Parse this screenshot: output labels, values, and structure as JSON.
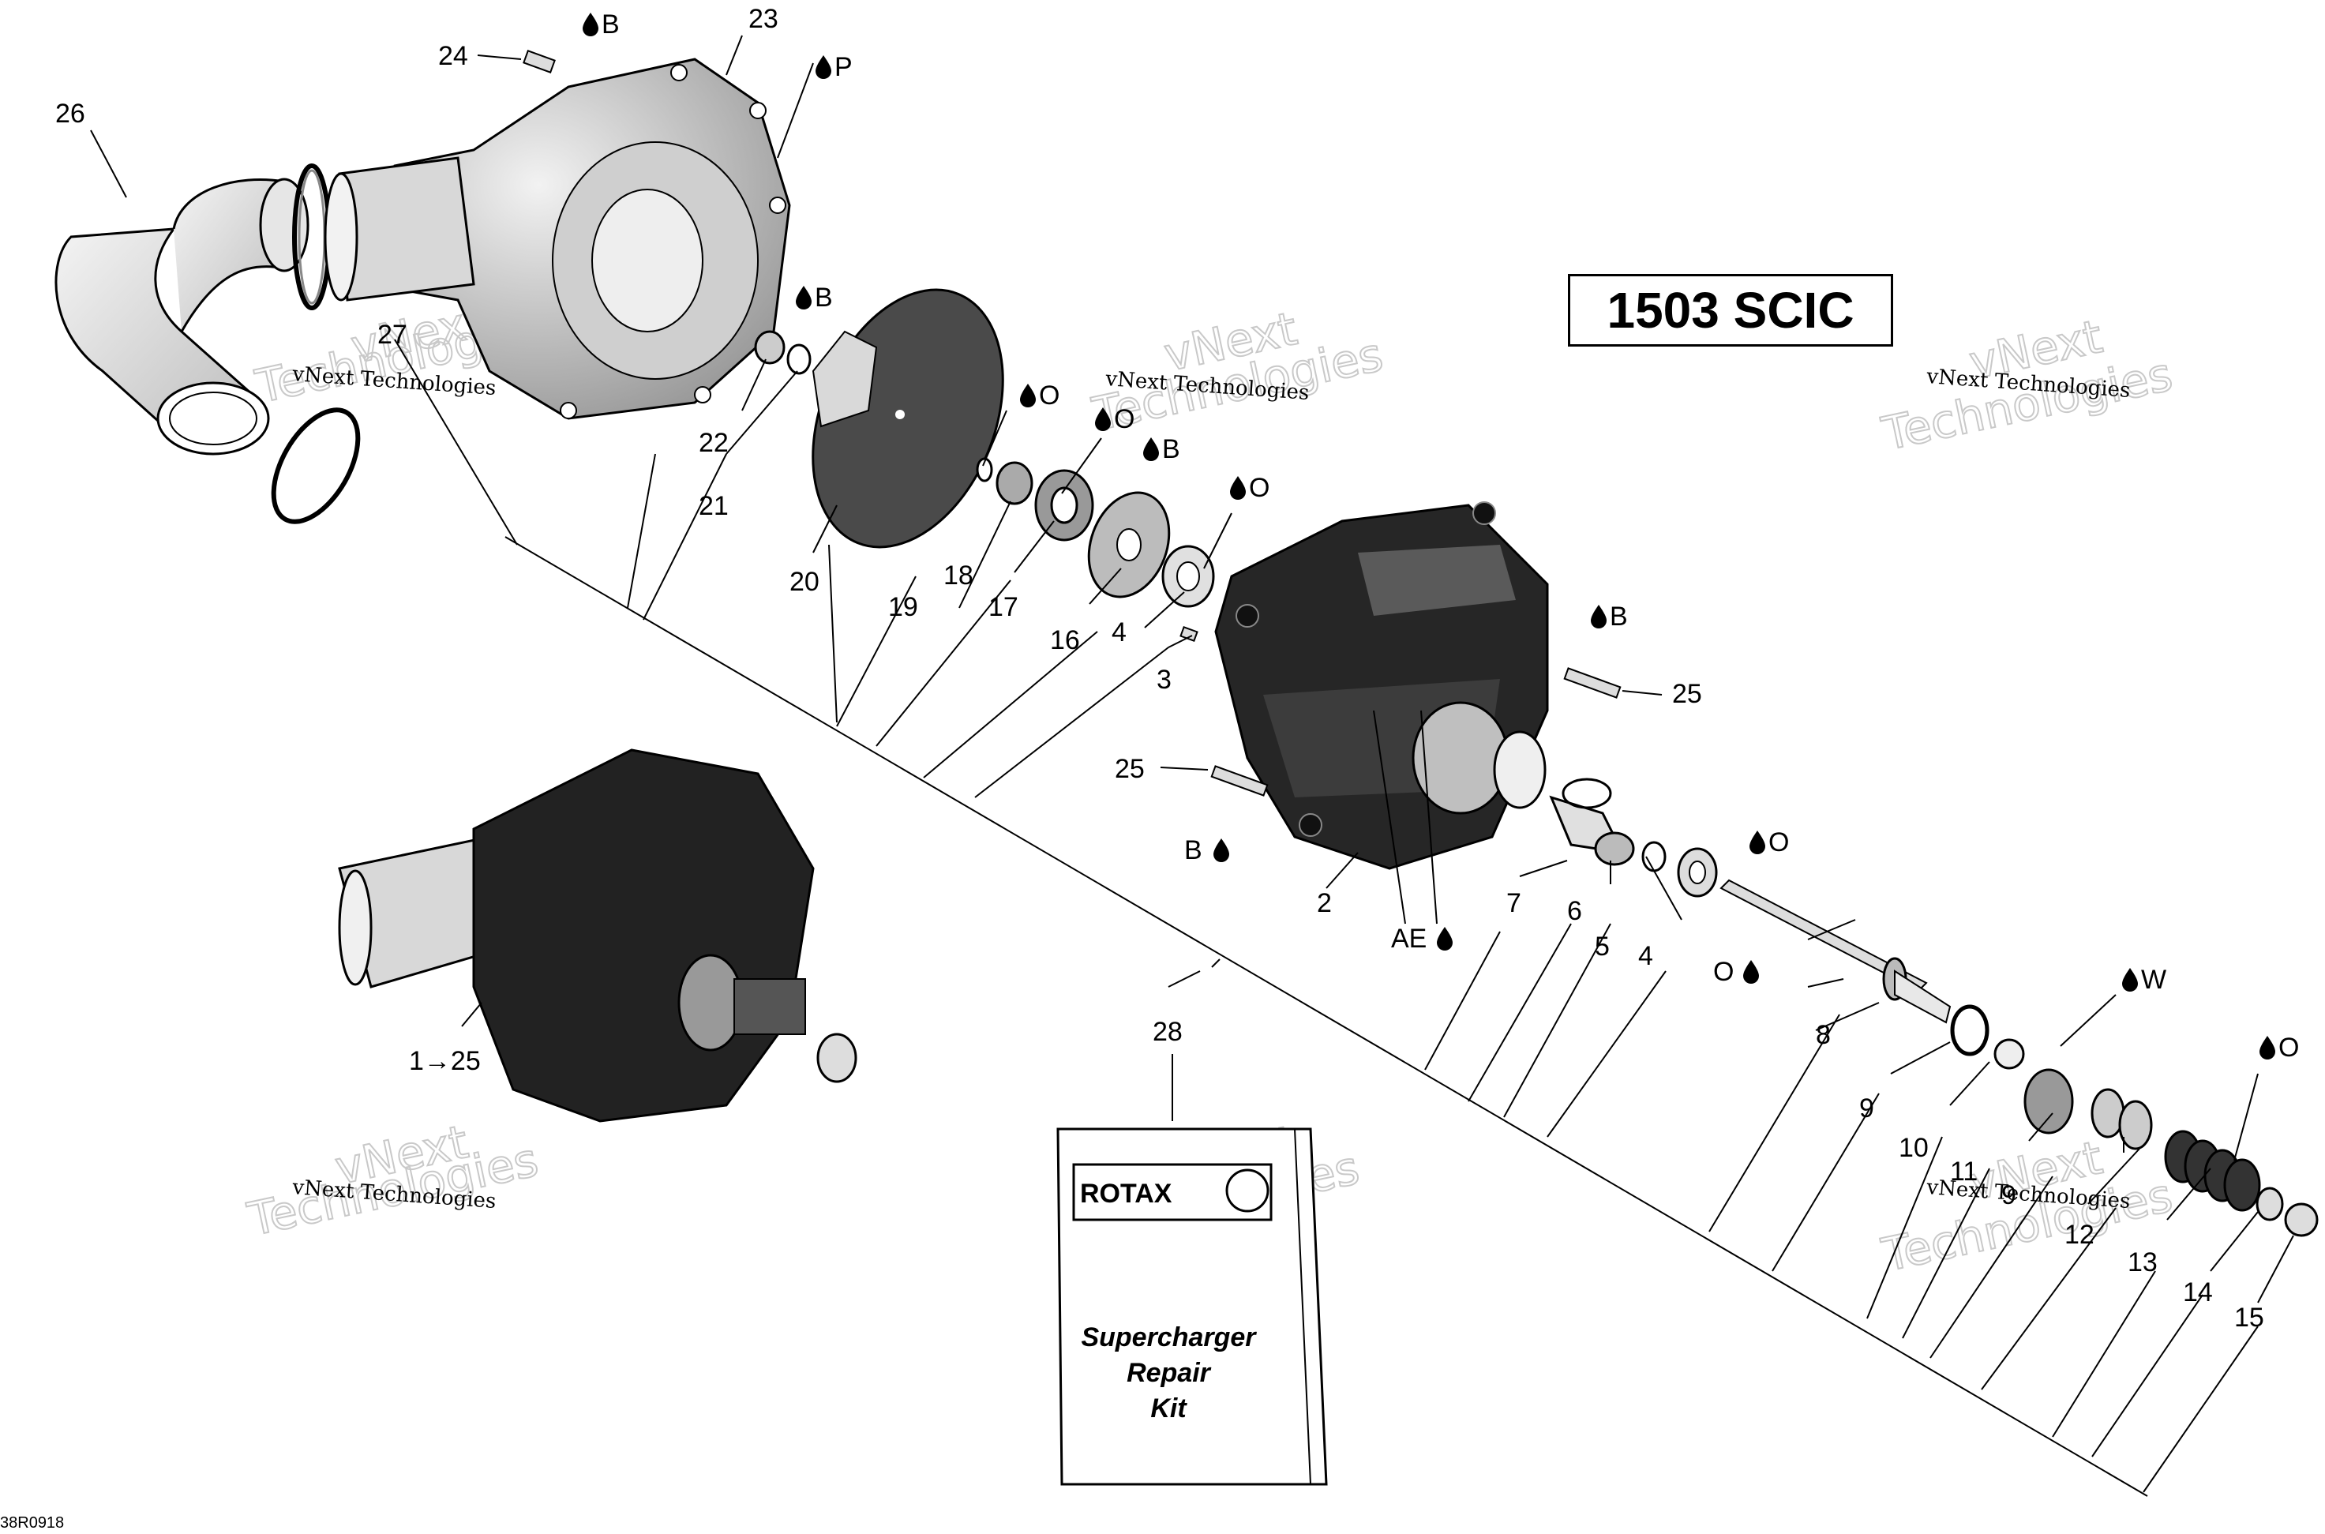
{
  "model_label": "1503 SCIC",
  "diagram_code": "38R0918",
  "watermark": {
    "line1": "vNext",
    "line2": "Technologies",
    "small": "vNext Technologies"
  },
  "kit": {
    "brand": "ROTAX",
    "title_lines": [
      "Supercharger",
      "Repair",
      "Kit"
    ]
  },
  "callouts": {
    "n1_25": "1→25",
    "n2": "2",
    "n3": "3",
    "n4a": "4",
    "n4b": "4",
    "n5": "5",
    "n6": "6",
    "n7": "7",
    "n8": "8",
    "n9": "9",
    "n10": "10",
    "n11": "11",
    "n12": "12",
    "n13": "13",
    "n14": "14",
    "n15": "15",
    "n16": "16",
    "n17": "17",
    "n18": "18",
    "n19": "19",
    "n20": "20",
    "n21": "21",
    "n22": "22",
    "n23": "23",
    "n24": "24",
    "n25a": "25",
    "n25b": "25",
    "n26": "26",
    "n27": "27",
    "n28": "28"
  },
  "lubricants": {
    "l24": "B",
    "l23": "P",
    "l22": "B",
    "l19": "O",
    "l17": "O",
    "l16": "B",
    "l4": "O",
    "l25": "B",
    "lB": "B",
    "lAE": "AE",
    "l4b": "O",
    "l8": "O",
    "l11": "W",
    "l13": "O"
  }
}
